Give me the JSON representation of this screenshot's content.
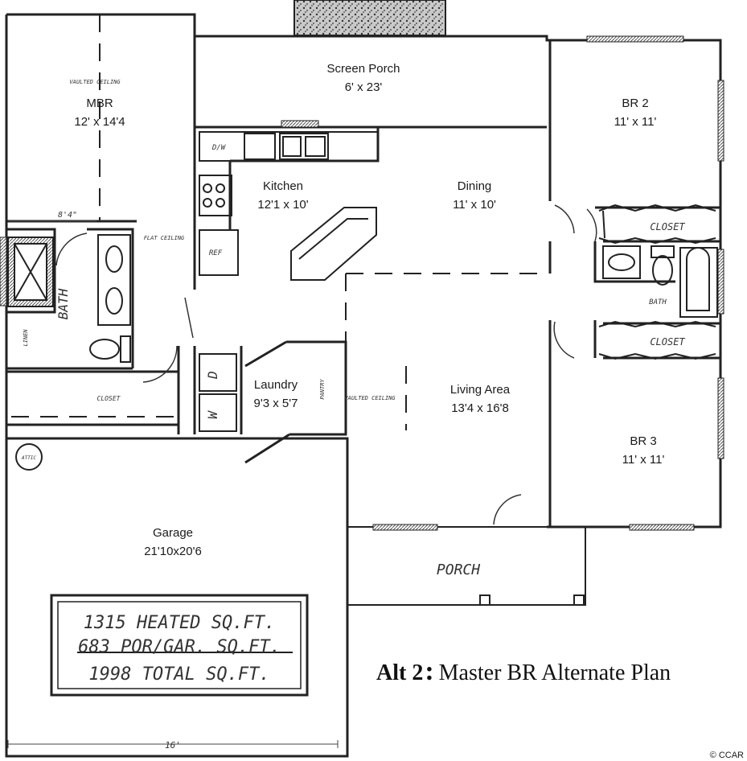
{
  "rooms": {
    "mbr": {
      "name": "MBR",
      "size": "12' x 14'4",
      "note": "VAULTED CEILING"
    },
    "screen_porch": {
      "name": "Screen Porch",
      "size": "6' x 23'"
    },
    "br2": {
      "name": "BR 2",
      "size": "11' x 11'"
    },
    "kitchen": {
      "name": "Kitchen",
      "size": "12'1 x 10'"
    },
    "dining": {
      "name": "Dining",
      "size": "11' x 10'"
    },
    "laundry": {
      "name": "Laundry",
      "size": "9'3 x 5'7"
    },
    "living": {
      "name": "Living Area",
      "size": "13'4 x 16'8"
    },
    "br3": {
      "name": "BR 3",
      "size": "11' x  11'"
    },
    "garage": {
      "name": "Garage",
      "size": "21'10x20'6"
    },
    "porch": {
      "name": "PORCH"
    }
  },
  "fixtures": {
    "dw": "D/W",
    "ref": "REF",
    "washer": "W",
    "dryer": "D",
    "bath_master": "BATH",
    "bath_hall": "BATH",
    "closet_br2": "CLOSET",
    "closet_br3": "CLOSET",
    "closet_mbr": "CLOSET",
    "flat_ceiling": "FLAT CEILING",
    "vaulted_living": "VAULTED CEILING",
    "pantry": "PANTRY",
    "attic": "ATTIC",
    "linen": "LINEN",
    "dim_mbr_bath": "8'4\"",
    "dim_garage": "16'"
  },
  "sqft": {
    "heated": "1315 HEATED SQ.FT.",
    "por_gar": "683 POR/GAR. SQ.FT.",
    "total": "1998 TOTAL SQ.FT."
  },
  "caption": {
    "bold": "Alt 2",
    "colon": ":",
    "text": "Master BR Alternate Plan"
  },
  "watermark": "© CCAR"
}
